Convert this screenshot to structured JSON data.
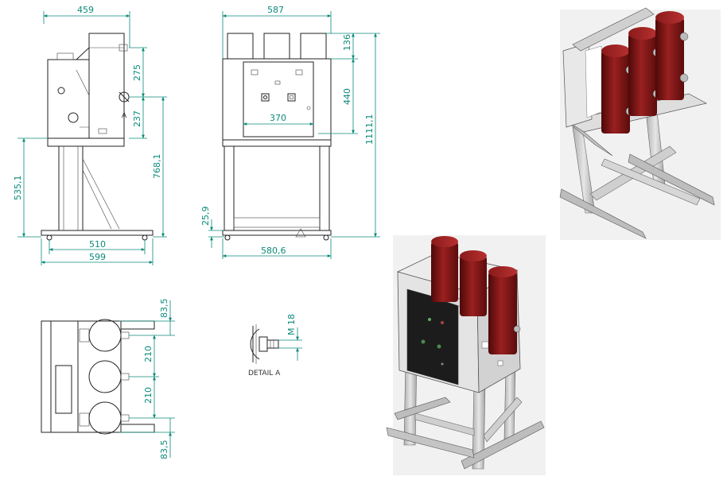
{
  "dimensions": {
    "side_width": "459",
    "front_width": "587",
    "top_offset": "136",
    "height_275": "275",
    "height_237": "237",
    "height_440": "440",
    "height_1111": "1111,1",
    "width_370": "370",
    "height_535": "535,1",
    "height_768": "768,1",
    "height_25": "25,9",
    "base_510": "510",
    "base_599": "599",
    "base_580": "580,6",
    "pitch_83_top": "83,5",
    "pitch_210_a": "210",
    "pitch_210_b": "210",
    "pitch_83_bot": "83,5",
    "thread_m18": "M 18"
  },
  "labels": {
    "detail_marker": "A",
    "detail_caption": "DETAIL A"
  },
  "colors": {
    "dimension": "#0b8a7a",
    "pole": "#7a1414",
    "frame": "#c9c9c9",
    "panel": "#1c1c1c"
  }
}
